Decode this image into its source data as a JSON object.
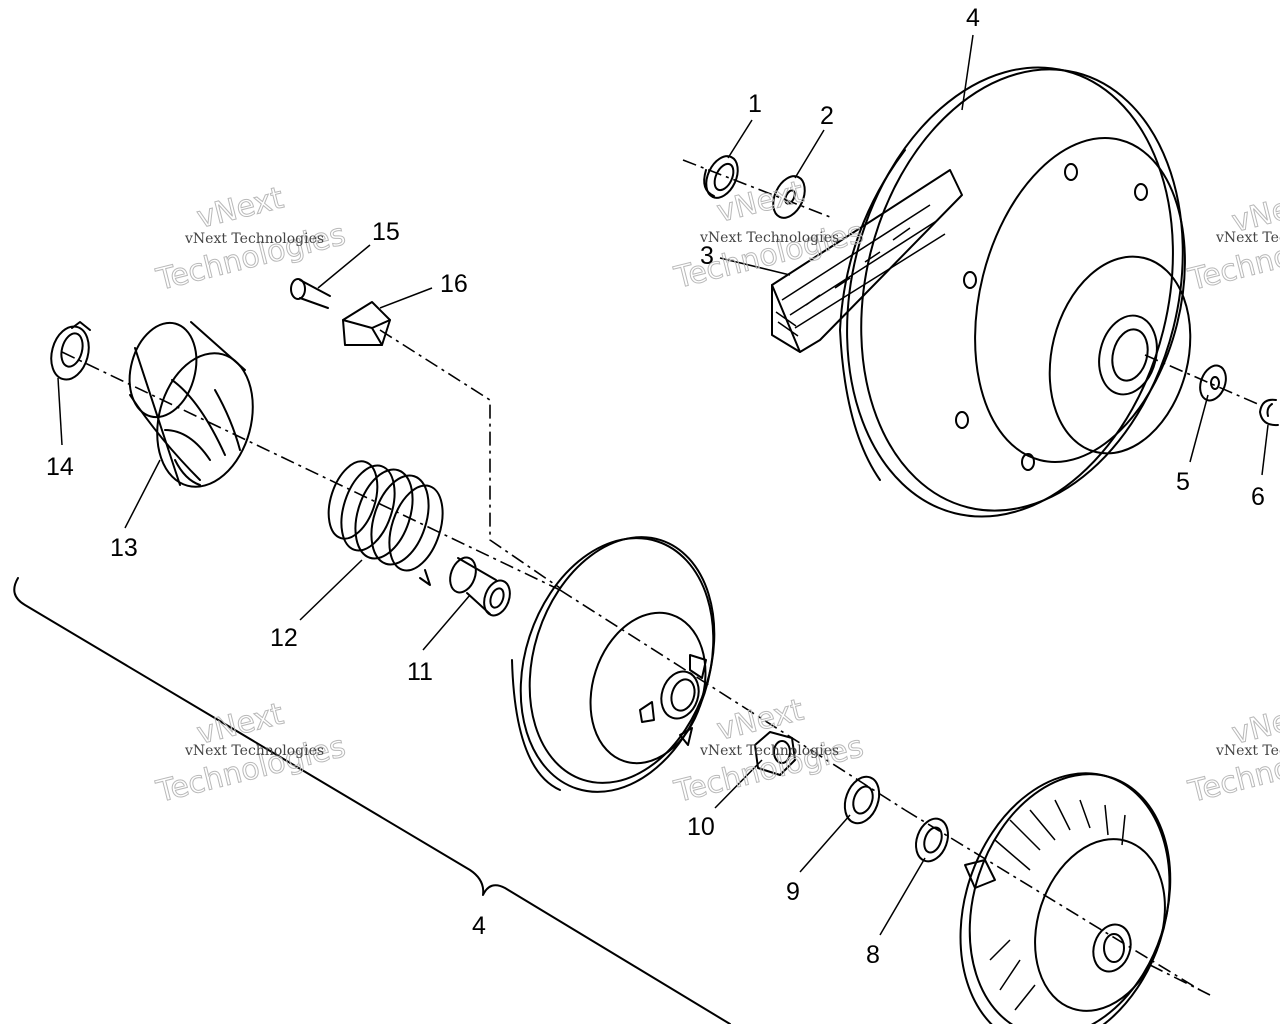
{
  "callouts": {
    "c1": "1",
    "c2": "2",
    "c3": "3",
    "c4_top": "4",
    "c4_bottom": "4",
    "c5": "5",
    "c6": "6",
    "c8": "8",
    "c9": "9",
    "c10": "10",
    "c11": "11",
    "c12": "12",
    "c13": "13",
    "c14": "14",
    "c15": "15",
    "c16": "16"
  },
  "watermark": {
    "brand": "vNext Technologies",
    "big_line1": "vNext",
    "big_line2": "Technologies"
  }
}
